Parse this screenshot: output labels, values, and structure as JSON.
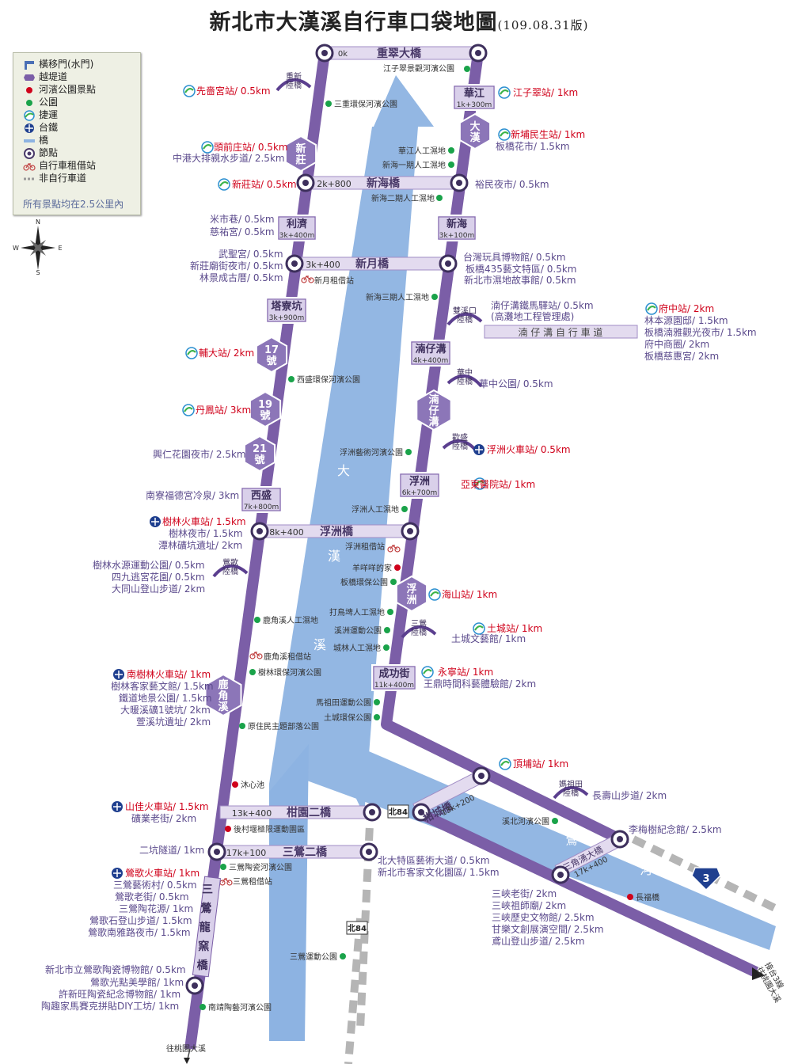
{
  "title": "新北市大漢溪自行車口袋地圖",
  "edition": "(109.08.31版)",
  "legend": {
    "items": [
      "橫移門(水門)",
      "越堤道",
      "河濱公園景點",
      "公園",
      "捷運",
      "台鐵",
      "橋",
      "節點",
      "自行車租借站",
      "非自行車道"
    ],
    "note": "所有景點均在2.5公里內"
  },
  "colors": {
    "route": "#7b5ea7",
    "river": "#8db3e2",
    "red": "#d0021b",
    "green": "#1aa34a",
    "grey": "#b5b5b5",
    "purpleText": "#5b4a8c"
  },
  "compass": [
    "N",
    "S",
    "W",
    "E"
  ],
  "bridges": [
    "重翠大橋",
    "新海橋",
    "新月橋",
    "浮洲橋",
    "柑園二橋",
    "三鶯二橋",
    "柑城橋",
    "三角湧大橋",
    "浮洲橋"
  ],
  "nodes": [
    {
      "name": "華江",
      "km": "1k+300m"
    },
    {
      "name": "利濟",
      "km": "3k+400m"
    },
    {
      "name": "新海",
      "km": "3k+100m"
    },
    {
      "name": "塔寮坑",
      "km": "3k+900m"
    },
    {
      "name": "湳仔溝",
      "km": "4k+400m"
    },
    {
      "name": "浮洲",
      "km": "6k+700m"
    },
    {
      "name": "西盛",
      "km": "7k+800m"
    },
    {
      "name": "成功街",
      "km": "11k+400m"
    }
  ],
  "km_labels": [
    "0k",
    "2k+800",
    "3k+400",
    "8k+400",
    "13k+400",
    "17k+100",
    "13k+200",
    "17k+400"
  ],
  "hex_labels": [
    "新\n莊",
    "大\n漢",
    "17\n號",
    "19\n號",
    "21\n號",
    "湳\n仔\n溝",
    "浮\n洲",
    "鹿\n角\n溪"
  ],
  "levee_labels": [
    "重新\n陸橋",
    "華中\n陸橋",
    "雙溪口\n陸橋",
    "歡盛\n陸橋",
    "鶯歌\n陸橋",
    "三鶯\n陸橋",
    "媽祖田\n陸橋"
  ],
  "river_text": [
    "大",
    "漢",
    "溪",
    "三",
    "鶯",
    "河"
  ],
  "road_labels": [
    "北84",
    "北84",
    "3"
  ],
  "long_bridge": "三鶯龍窯橋",
  "side_route": "湳 仔 溝 自 行 車 道",
  "labels": [
    {
      "t": "江子翠景觀河濱公園"
    },
    {
      "t": "三重環保河濱公園"
    },
    {
      "t": "華江人工濕地"
    },
    {
      "t": "新海一期人工濕地"
    },
    {
      "t": "新海二期人工濕地"
    },
    {
      "t": "新月租借站"
    },
    {
      "t": "新海三期人工濕地"
    },
    {
      "t": "西盛環保河濱公園"
    },
    {
      "t": "浮洲藝術河濱公園"
    },
    {
      "t": "浮洲人工濕地"
    },
    {
      "t": "浮洲租借站"
    },
    {
      "t": "羊咩咩的家"
    },
    {
      "t": "板橋環保公園"
    },
    {
      "t": "打鳥埤人工濕地"
    },
    {
      "t": "溪洲運動公園"
    },
    {
      "t": "城林人工濕地"
    },
    {
      "t": "鹿角溪人工濕地"
    },
    {
      "t": "鹿角溪租借站"
    },
    {
      "t": "樹林環保河濱公園"
    },
    {
      "t": "馬祖田運動公園"
    },
    {
      "t": "土城環保公園"
    },
    {
      "t": "原住民主題部落公園"
    },
    {
      "t": "沐心池"
    },
    {
      "t": "後村堰極限運動園區"
    },
    {
      "t": "三鶯陶瓷河濱公園"
    },
    {
      "t": "三鶯租借站"
    },
    {
      "t": "三鶯運動公園"
    },
    {
      "t": "南靖陶藝河濱公園"
    },
    {
      "t": "溪北河濱公園"
    },
    {
      "t": "長福橋"
    },
    {
      "t": "先嗇宮站/ 0.5km"
    },
    {
      "t": "頭前庄站/ 0.5km"
    },
    {
      "t": "中港大排親水步道/ 2.5km"
    },
    {
      "t": "新莊站/ 0.5km"
    },
    {
      "t": "米市巷/ 0.5km"
    },
    {
      "t": "慈祐宮/ 0.5km"
    },
    {
      "t": "武聖宮/ 0.5km"
    },
    {
      "t": "新莊廟街夜市/ 0.5km"
    },
    {
      "t": "林景成古厝/ 0.5km"
    },
    {
      "t": "輔大站/ 2km"
    },
    {
      "t": "丹鳳站/ 3km"
    },
    {
      "t": "興仁花園夜市/ 2.5km"
    },
    {
      "t": "南寮福德宮冷泉/ 3km"
    },
    {
      "t": "樹林火車站/ 1.5km"
    },
    {
      "t": "樹林夜市/ 1.5km"
    },
    {
      "t": "潭林礦坑遺址/ 2km"
    },
    {
      "t": "樹林水源運動公園/ 0.5km"
    },
    {
      "t": "四九逃宮花園/ 0.5km"
    },
    {
      "t": "大同山登山步道/ 2km"
    },
    {
      "t": "南樹林火車站/ 1km"
    },
    {
      "t": "樹林客家藝文館/ 1.5km"
    },
    {
      "t": "鐵道地景公園/ 1.5km"
    },
    {
      "t": "大暖溪礦1號坑/ 2km"
    },
    {
      "t": "萱溪坑遺址/ 2km"
    },
    {
      "t": "山佳火車站/ 1.5km"
    },
    {
      "t": "礦業老街/ 2km"
    },
    {
      "t": "二坑隧道/ 1km"
    },
    {
      "t": "鶯歌火車站/ 1km"
    },
    {
      "t": "三鶯藝術村/ 0.5km"
    },
    {
      "t": "鶯歌老街/ 0.5km"
    },
    {
      "t": "三鶯陶花源/ 1km"
    },
    {
      "t": "鶯歌石登山步道/ 1.5km"
    },
    {
      "t": "鶯歌南雅路夜市/ 1.5km"
    },
    {
      "t": "新北市立鶯歌陶瓷博物館/ 0.5km"
    },
    {
      "t": "鶯歌光點美學館/ 1km"
    },
    {
      "t": "許新旺陶瓷紀念博物館/ 1km"
    },
    {
      "t": "陶趣家馬賽克拼貼DIY工坊/ 1km"
    },
    {
      "t": "往桃園大溪"
    },
    {
      "t": "江子翠站/ 1km"
    },
    {
      "t": "新埔民生站/ 1km"
    },
    {
      "t": "板橋花市/ 1.5km"
    },
    {
      "t": "裕民夜市/ 0.5km"
    },
    {
      "t": "台灣玩具博物館/ 0.5km"
    },
    {
      "t": "板橋435藝文特區/ 0.5km"
    },
    {
      "t": "新北市濕地故事館/ 0.5km"
    },
    {
      "t": "湳仔溝鐵馬驛站/ 0.5km"
    },
    {
      "t": "(高灘地工程管理處)"
    },
    {
      "t": "府中站/ 2km"
    },
    {
      "t": "林本源園邸/ 1.5km"
    },
    {
      "t": "板橋湳雅觀光夜市/ 1.5km"
    },
    {
      "t": "府中商圈/ 2km"
    },
    {
      "t": "板橋慈惠宮/ 2km"
    },
    {
      "t": "華中公園/ 0.5km"
    },
    {
      "t": "浮洲火車站/ 0.5km"
    },
    {
      "t": "亞東醫院站/ 1km"
    },
    {
      "t": "海山站/ 1km"
    },
    {
      "t": "土城站/ 1km"
    },
    {
      "t": "土城文藝館/ 1km"
    },
    {
      "t": "永寧站/ 1km"
    },
    {
      "t": "王鼎時間科藝體驗館/ 2km"
    },
    {
      "t": "頂埔站/ 1km"
    },
    {
      "t": "長壽山步道/ 2km"
    },
    {
      "t": "李梅樹紀念館/ 2.5km"
    },
    {
      "t": "北大特區藝術大道/ 0.5km"
    },
    {
      "t": "新北市客家文化園區/ 1.5km"
    },
    {
      "t": "三峽老街/ 2km"
    },
    {
      "t": "三峽祖師廟/ 2km"
    },
    {
      "t": "三峽歷史文物館/ 2.5km"
    },
    {
      "t": "甘樂文創展演空間/ 2.5km"
    },
    {
      "t": "鳶山登山步道/ 2.5km"
    },
    {
      "t": "接台3線\n往桃園大溪"
    }
  ]
}
